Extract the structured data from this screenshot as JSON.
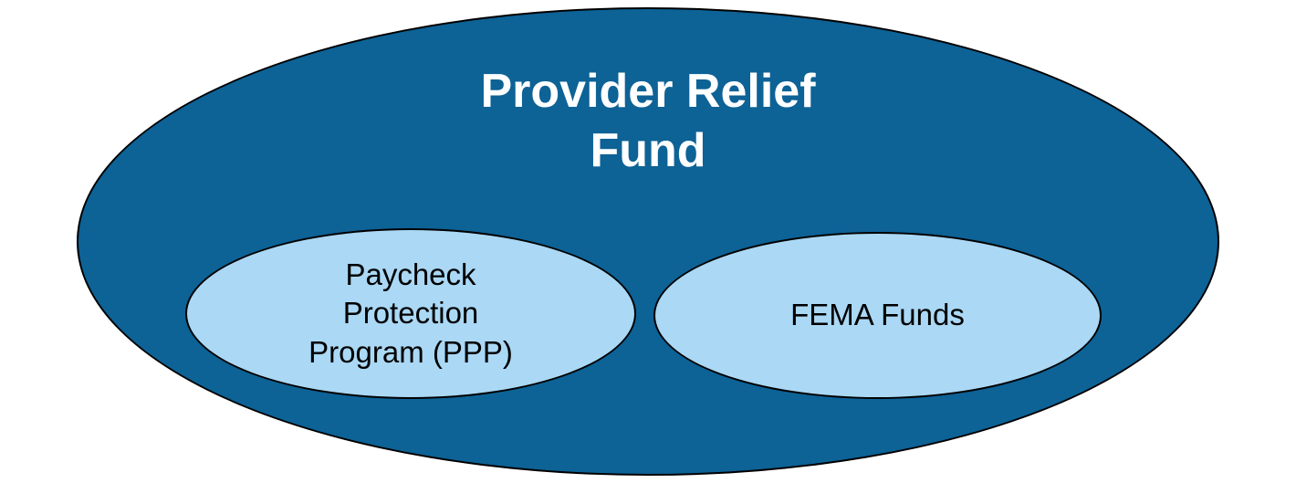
{
  "diagram": {
    "outer": {
      "label": "Provider Relief\nFund"
    },
    "inner": [
      {
        "label": "Paycheck\nProtection\nProgram (PPP)"
      },
      {
        "label": "FEMA Funds"
      }
    ]
  },
  "colors": {
    "outer_fill": "#0d6296",
    "inner_fill": "#aad8f5",
    "outline": "#000000",
    "title_text": "#ffffff",
    "inner_text": "#000000",
    "background": "#ffffff"
  }
}
